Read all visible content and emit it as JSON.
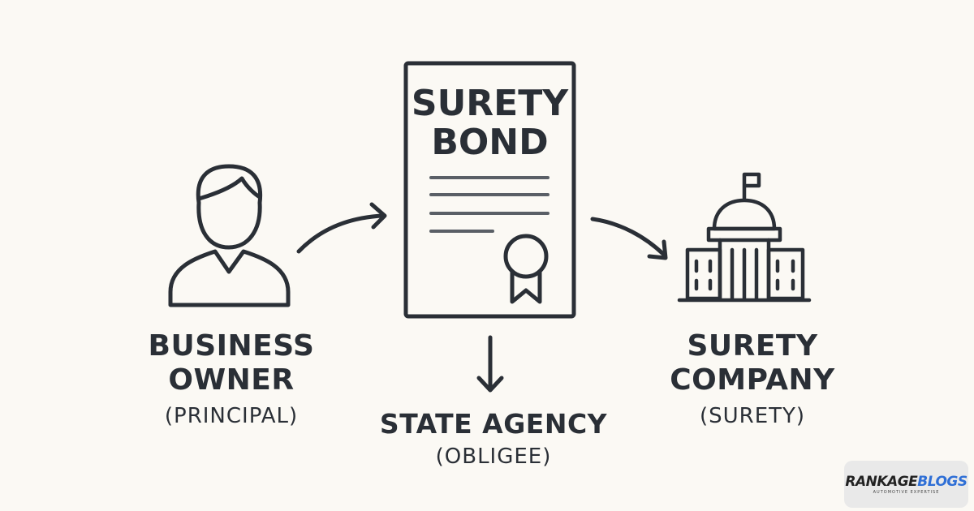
{
  "document": {
    "title_line1": "SURETY",
    "title_line2": "BOND"
  },
  "nodes": {
    "principal": {
      "line1": "BUSINESS",
      "line2": "OWNER",
      "role": "(PRINCIPAL)"
    },
    "obligee": {
      "line1": "STATE AGENCY",
      "role": "(OBLIGEE)"
    },
    "surety": {
      "line1": "SURETY",
      "line2": "COMPANY",
      "role": "(SURETY)"
    }
  },
  "logo": {
    "part1": "RANKAGE",
    "part2": "BLOGS",
    "tagline": "AUTOMOTIVE EXPERTISE"
  },
  "colors": {
    "ink": "#2a2f36",
    "background": "#fbf9f4",
    "lines": "#5a5f66"
  }
}
